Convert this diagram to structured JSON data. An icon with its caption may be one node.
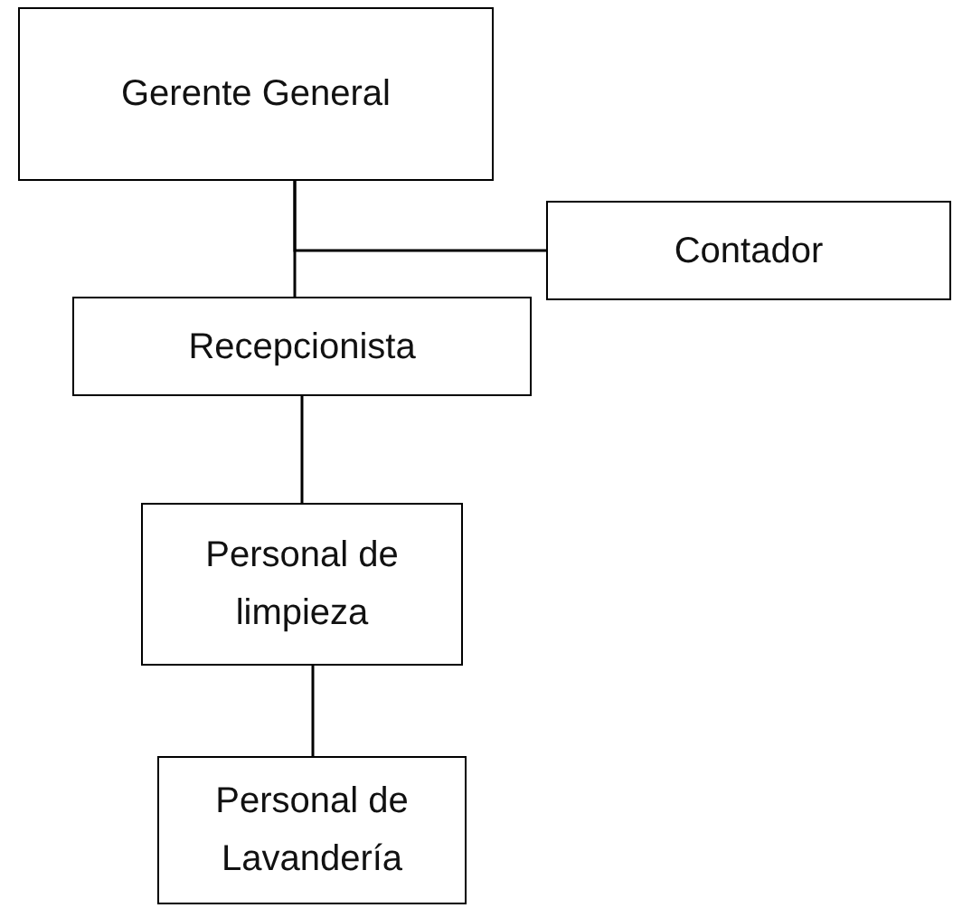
{
  "diagram": {
    "nodes": [
      {
        "text": [
          "Gerente General"
        ]
      },
      {
        "text": [
          "Contador"
        ]
      },
      {
        "text": [
          "Recepcionista"
        ]
      },
      {
        "text": [
          "Personal de limpieza"
        ]
      },
      {
        "text": [
          "Personal de Lavandería"
        ]
      }
    ],
    "edges": [
      {
        "from": 0,
        "to": 2,
        "arrow": "none"
      },
      {
        "from": 0,
        "to": 1,
        "arrow": "none"
      },
      {
        "from": 2,
        "to": 3,
        "arrow": "none"
      },
      {
        "from": 3,
        "to": 4,
        "arrow": "none"
      }
    ]
  }
}
